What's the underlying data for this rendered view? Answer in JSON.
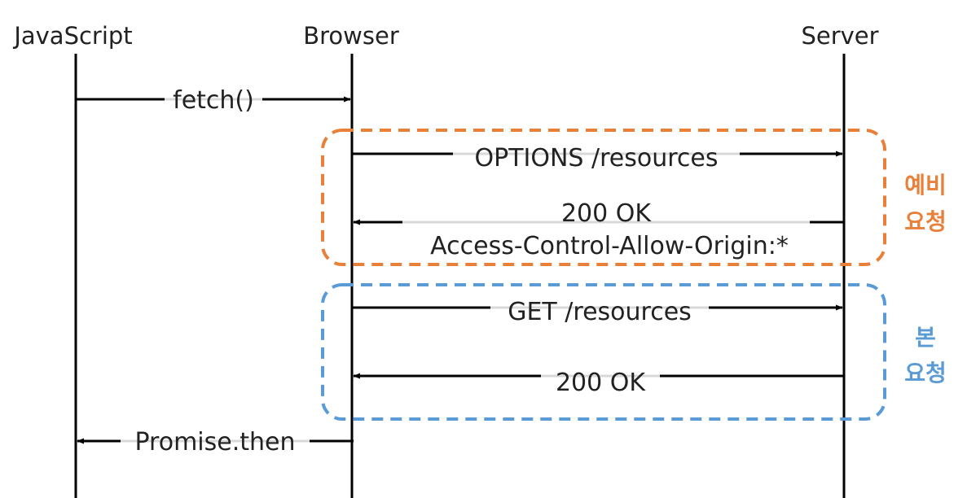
{
  "actors": {
    "javascript": "JavaScript",
    "browser": "Browser",
    "server": "Server"
  },
  "messages": {
    "fetch": "fetch()",
    "options": "OPTIONS /resources",
    "preflight_ok": "200 OK",
    "preflight_header": "Access-Control-Allow-Origin:*",
    "get": "GET /resources",
    "get_ok": "200 OK",
    "promise": "Promise.then"
  },
  "groups": {
    "preflight": {
      "line1": "예비",
      "line2": "요청",
      "color": "#E8803A"
    },
    "main": {
      "line1": "본",
      "line2": "요청",
      "color": "#5B9BD5"
    }
  }
}
